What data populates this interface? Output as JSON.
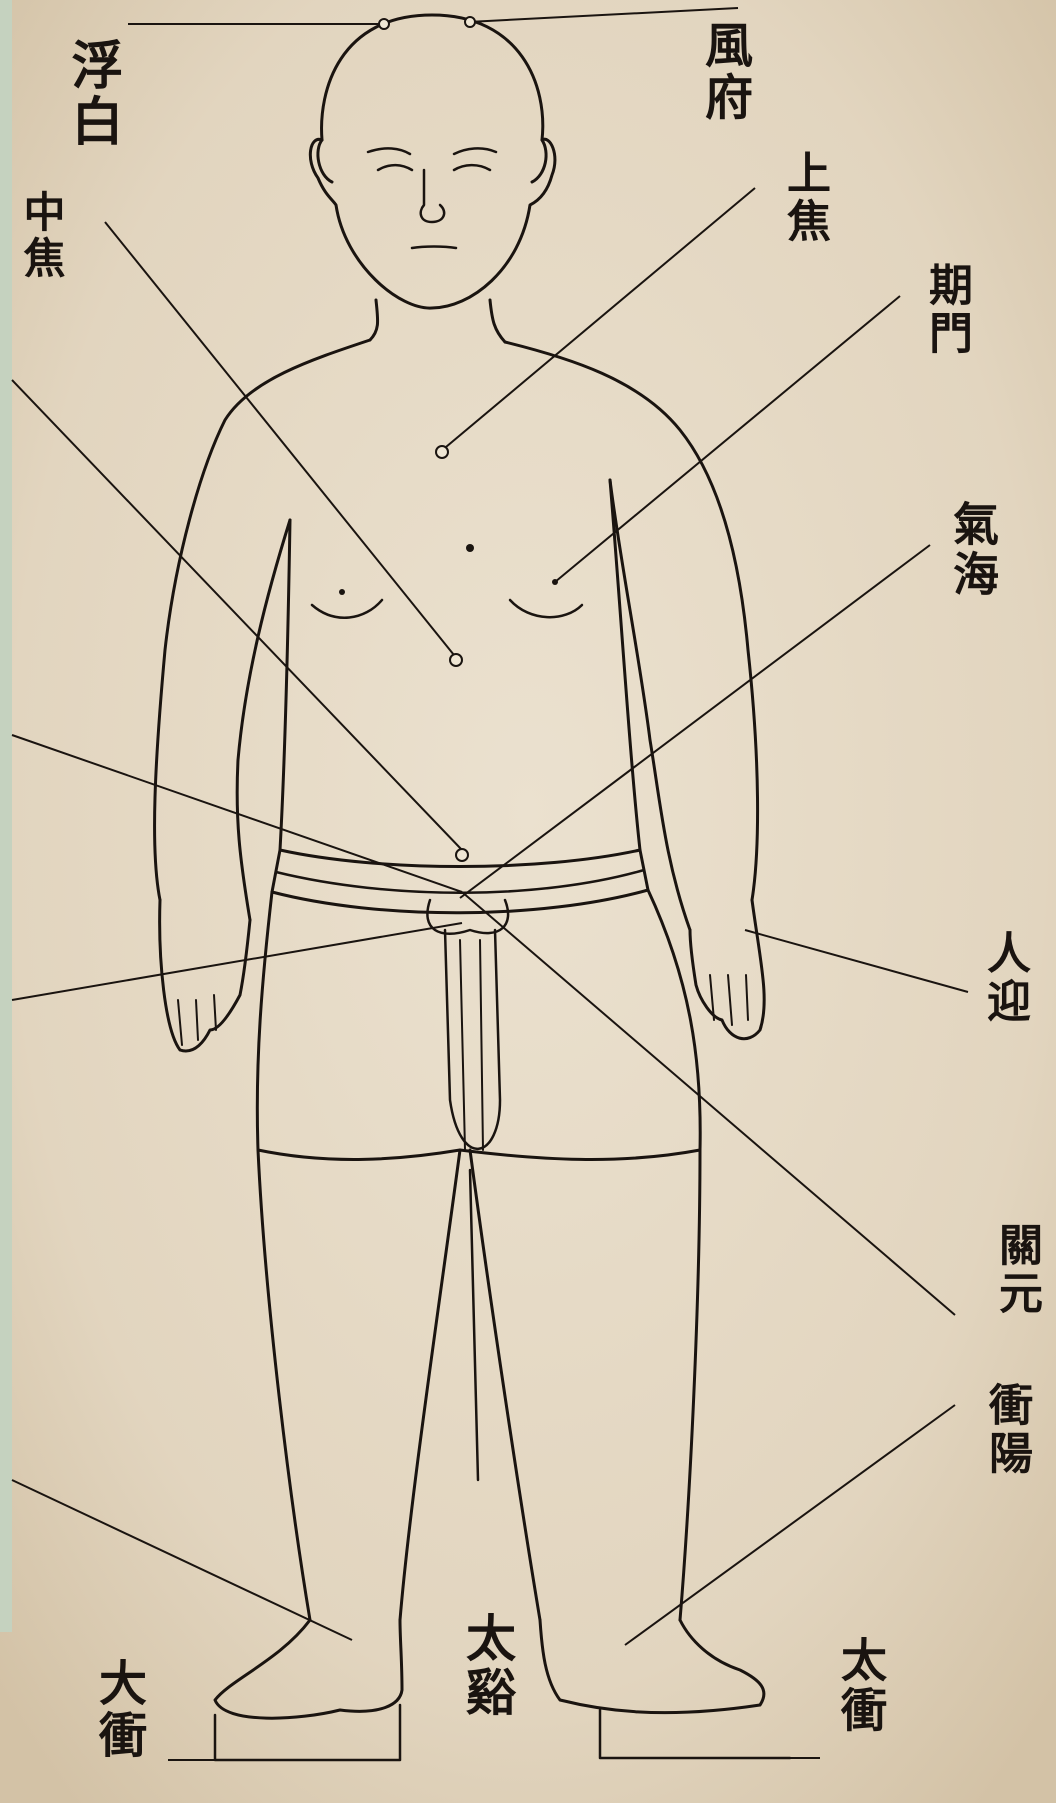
{
  "labels": {
    "fubai": "浮白",
    "fengfu": "風府",
    "shangjiao": "上焦",
    "zhongjiao": "中焦",
    "qimen": "期門",
    "qihai": "氣海",
    "renying": "人迎",
    "guanyuan": "關元",
    "chongyang": "衝陽",
    "taixi": "太谿",
    "taichong_left": "大衝",
    "taichong_right": "太衝"
  },
  "colors": {
    "paper": "#e6dac6",
    "ink": "#1a1410",
    "frame": "#c5d2bf"
  }
}
